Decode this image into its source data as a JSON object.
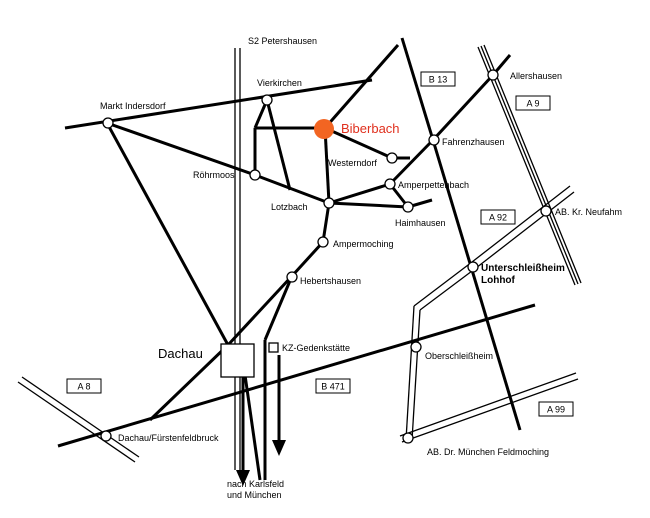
{
  "map": {
    "destination": "Biberbach",
    "destination_color": "#f26522",
    "destination_label_color": "#e0301e",
    "rail_label": "S2 Petershausen",
    "places": {
      "vierkirchen": "Vierkirchen",
      "markt_indersdorf": "Markt Indersdorf",
      "roehrmoos": "Röhrmoos",
      "westerndorf": "Westerndorf",
      "fahrenzhausen": "Fahrenzhausen",
      "allershausen": "Allershausen",
      "amperpettenbach": "Amperpettenbach",
      "lotzbach": "Lotzbach",
      "haimhausen": "Haimhausen",
      "ampermoching": "Ampermoching",
      "hebertshausen": "Hebertshausen",
      "dachau": "Dachau",
      "kz_gedenkstaette": "KZ-Gedenkstätte",
      "oberschleissheim": "Oberschleißheim",
      "unterschleissheim_line1": "Unterschleißheim",
      "unterschleissheim_line2": "Lohhof",
      "ab_kr_neufahrn": "AB. Kr. Neufahm",
      "dachau_fuerstenfeldbruck": "Dachau/Fürstenfeldbruck",
      "ab_dr_muenchen": "AB. Dr. München Feldmoching",
      "nach_line1": "nach Karlsfeld",
      "nach_line2": "und München"
    },
    "road_signs": {
      "b13": "B 13",
      "a9": "A 9",
      "a92": "A 92",
      "a8": "A 8",
      "b471": "B 471",
      "a99": "A 99"
    }
  }
}
